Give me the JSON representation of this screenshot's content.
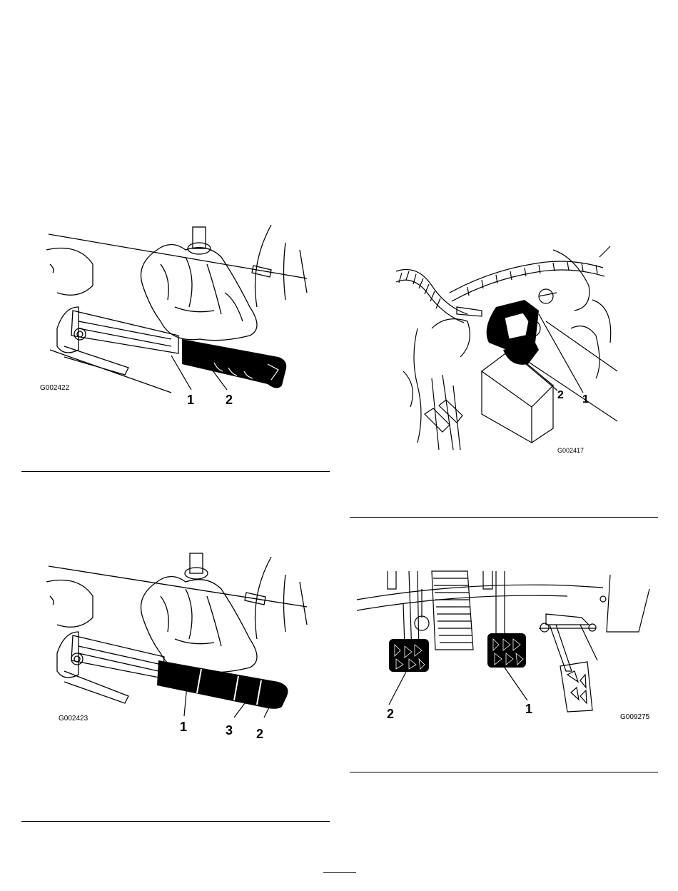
{
  "figures": [
    {
      "id": "shift-lever-grip-removed",
      "code": "G002422",
      "callouts": [
        "1",
        "2"
      ]
    },
    {
      "id": "lever-clamp",
      "code": "G002417",
      "callouts": [
        "2",
        "1"
      ]
    },
    {
      "id": "shift-lever-grip-installed",
      "code": "G002423",
      "callouts": [
        "1",
        "3",
        "2"
      ]
    },
    {
      "id": "pedals",
      "code": "G009275",
      "callouts": [
        "2",
        "1"
      ]
    }
  ],
  "footer": {
    "page_number": ""
  },
  "colors": {
    "ink": "#000000",
    "paper": "#ffffff"
  }
}
